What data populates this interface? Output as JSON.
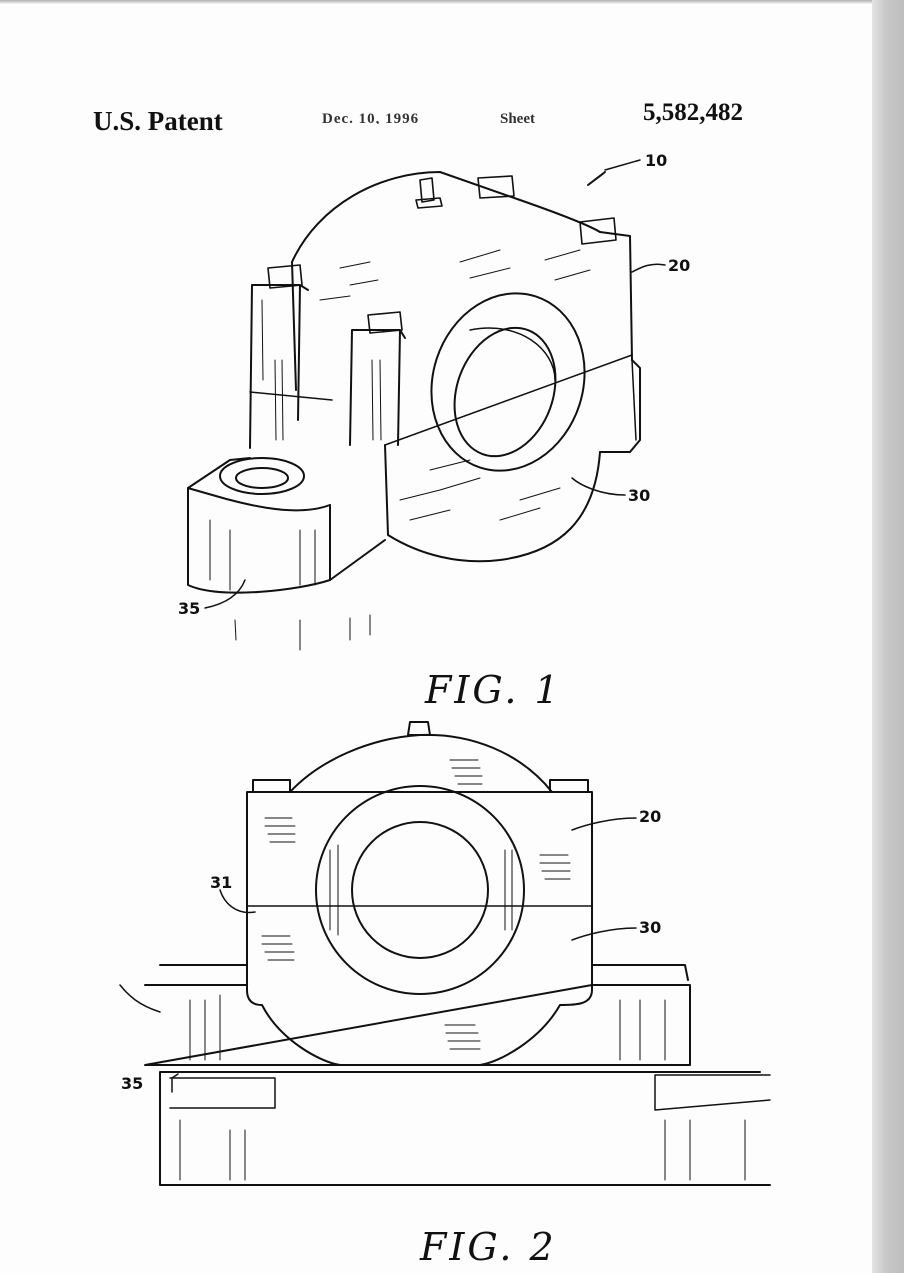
{
  "header": {
    "left": "U.S. Patent",
    "middle_date": "Dec. 10, 1996",
    "middle_sheet": "Sheet",
    "right_number": "5,582,482"
  },
  "figure1": {
    "caption": "FIG. 1",
    "refs": {
      "assembly": "10",
      "cap": "20",
      "base": "30",
      "foot": "35"
    }
  },
  "figure2": {
    "caption": "FIG. 2",
    "refs": {
      "cap": "20",
      "parting_line": "31",
      "base": "30",
      "foot": "35"
    }
  }
}
